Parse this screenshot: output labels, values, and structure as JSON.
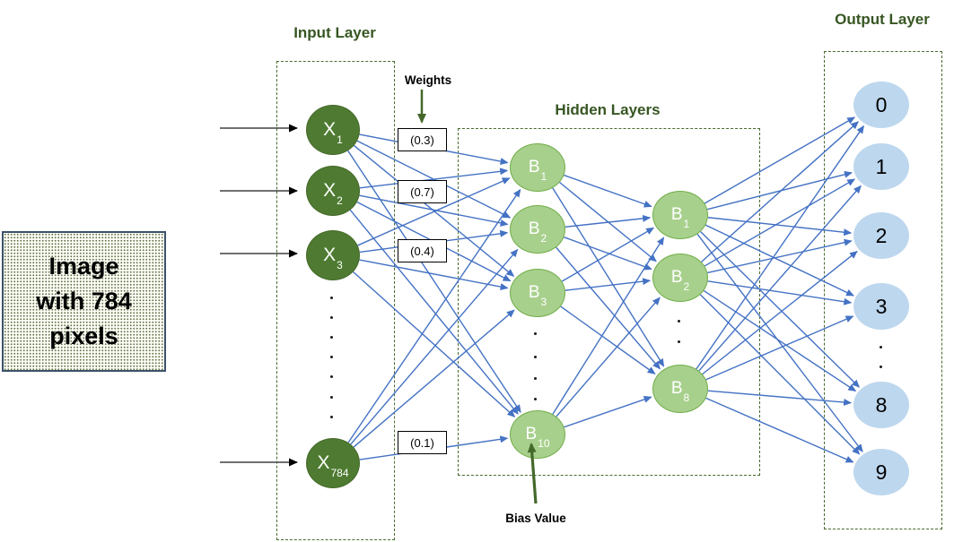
{
  "image_box": {
    "lines": [
      "Image",
      "with 784",
      "pixels"
    ]
  },
  "input_layer": {
    "title": "Input Layer",
    "nodes": [
      {
        "base": "X",
        "sub": "1"
      },
      {
        "base": "X",
        "sub": "2"
      },
      {
        "base": "X",
        "sub": "3"
      },
      {
        "base": "X",
        "sub": "784"
      }
    ]
  },
  "weights": {
    "label": "Weights",
    "values": [
      "(0.3)",
      "(0.7)",
      "(0.4)",
      "(0.1)"
    ]
  },
  "hidden_layers": {
    "title": "Hidden Layers",
    "column1": [
      {
        "base": "B",
        "sub": "1"
      },
      {
        "base": "B",
        "sub": "2"
      },
      {
        "base": "B",
        "sub": "3"
      },
      {
        "base": "B",
        "sub": "10"
      }
    ],
    "column2": [
      {
        "base": "B",
        "sub": "1"
      },
      {
        "base": "B",
        "sub": "2"
      },
      {
        "base": "B",
        "sub": "8"
      }
    ]
  },
  "bias": {
    "label": "Bias Value"
  },
  "output_layer": {
    "title": "Output Layer",
    "nodes": [
      "0",
      "1",
      "2",
      "3",
      "8",
      "9"
    ]
  },
  "colors": {
    "input_node": "#4e7b31",
    "hidden_node_fill": "#a8d08d",
    "hidden_node_border": "#70ad47",
    "output_node": "#bdd7ee",
    "connection_blue": "#4472c4",
    "title_green": "#375623",
    "annotation_green": "#44682a",
    "input_arrow": "#404040",
    "dashed_border": "#4a6a2f"
  }
}
